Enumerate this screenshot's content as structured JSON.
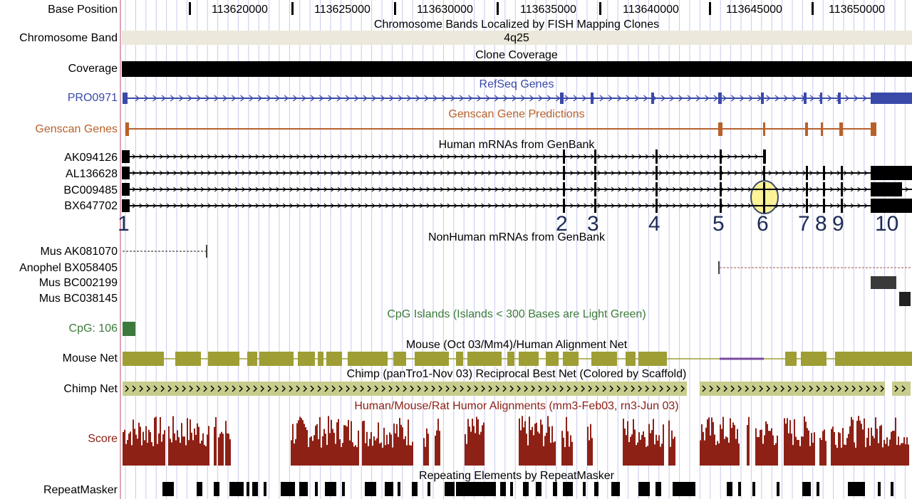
{
  "colors": {
    "refseq": "#3a49a8",
    "genscan": "#b8612a",
    "cpg": "#3c7a3c",
    "mouse_net": "#9e9e34",
    "mouse_net_alt": "#7a4aa0",
    "chimp_net": "#c8cc8c",
    "score": "#8e2116",
    "black": "#000000",
    "grid": "#c9c9ec",
    "band": "#ece8dc",
    "highlight": "#fdf187"
  },
  "ruler": {
    "label": "Base Position",
    "ticks": [
      "113620000",
      "113625000",
      "113630000",
      "113635000",
      "113640000",
      "113645000",
      "113650000"
    ]
  },
  "band": {
    "label": "Chromosome Band",
    "title": "Chromosome Bands Localized by FISH Mapping Clones",
    "value": "4q25"
  },
  "coverage": {
    "label": "Coverage",
    "title": "Clone Coverage"
  },
  "refseq": {
    "label": "PRO0971",
    "title": "RefSeq Genes"
  },
  "genscan": {
    "label": "Genscan Genes",
    "title": "Genscan Gene Predictions"
  },
  "human_mrna": {
    "title": "Human mRNAs from GenBank",
    "tracks": [
      "AK094126",
      "AL136628",
      "BC009485",
      "BX647702"
    ]
  },
  "exon_numbers": [
    "1",
    "2",
    "3",
    "4",
    "5",
    "6",
    "7",
    "8",
    "9",
    "10"
  ],
  "nonhuman_mrna": {
    "title": "NonHuman mRNAs from GenBank",
    "tracks": [
      "Mus AK081070",
      "Anophel BX058405",
      "Mus BC002199",
      "Mus BC038145"
    ]
  },
  "cpg": {
    "label": "CpG: 106",
    "title": "CpG Islands (Islands < 300 Bases are Light Green)"
  },
  "mouse_net": {
    "label": "Mouse Net",
    "title": "Mouse (Oct 03/Mm4)/Human Alignment Net"
  },
  "chimp_net": {
    "label": "Chimp Net",
    "title": "Chimp (panTro1-Nov 03) Reciprocal Best Net (Colored by Scaffold)"
  },
  "score": {
    "label": "Score",
    "title": "Human/Mouse/Rat Humor Alignments (mm3-Feb03, rn3-Jun 03)"
  },
  "repeatmasker": {
    "label": "RepeatMasker",
    "title": "Repeating Elements by RepeatMasker"
  }
}
